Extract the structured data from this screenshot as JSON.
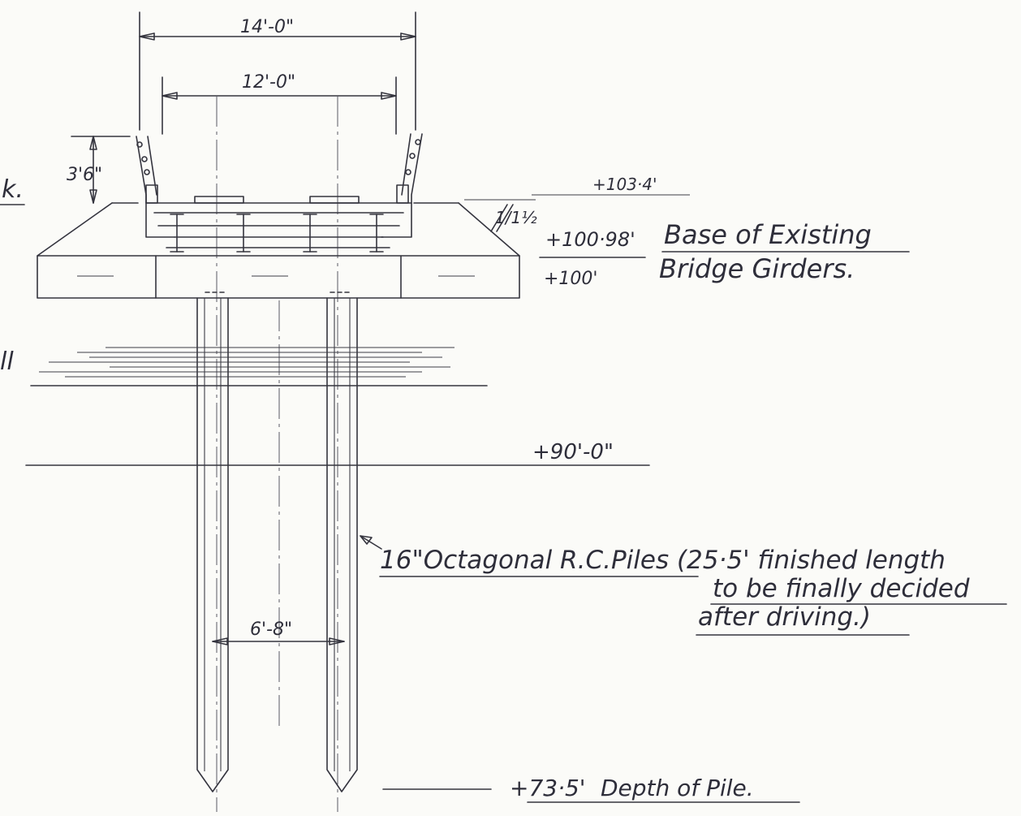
{
  "drawing": {
    "paper_color": "#fbfbf8",
    "ink_color": "#34343e",
    "dimensions": {
      "overall_width": "14'-0\"",
      "inner_width": "12'-0\"",
      "rail_height": "3'6\"",
      "pile_spacing": "6'-8\""
    },
    "levels": {
      "top_rail": "+103·4'",
      "slope": "1/1½",
      "girder_base_value": "+100·98'",
      "girder_base_text_1": "Base of Existing",
      "girder_base_text_2": "Bridge Girders.",
      "cap_base": "+100'",
      "ground": "+90'-0\"",
      "pile_tip_value": "+73·5'",
      "pile_tip_text": "Depth of Pile."
    },
    "pile_note": {
      "line1": "16\"Octagonal R.C.Piles (25·5' finished length",
      "line2": "to be finally decided",
      "line3": "after driving.)"
    },
    "edge_fragments": {
      "left_top": "k.",
      "left_water": "ll"
    }
  }
}
